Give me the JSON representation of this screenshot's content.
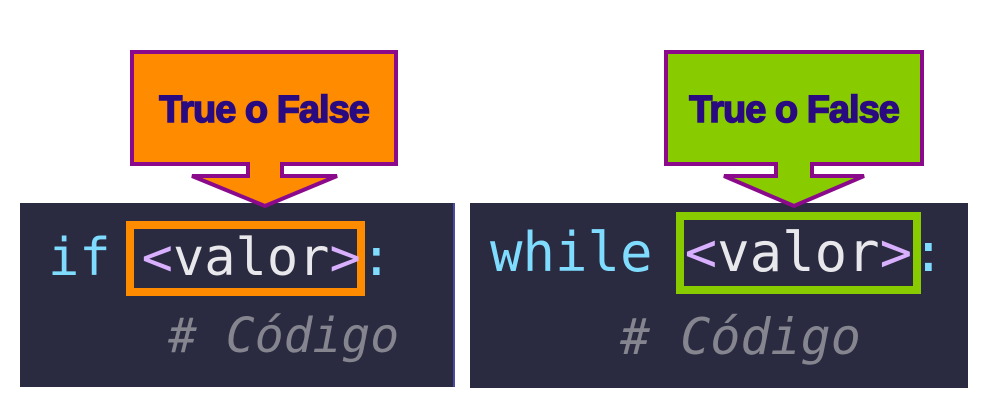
{
  "left": {
    "callout_label": "True o False",
    "keyword": "if",
    "value_open": "<",
    "value": "valor",
    "value_close": ">",
    "colon": ":",
    "comment": "# Código",
    "accent": "#ff8c00"
  },
  "right": {
    "callout_label": "True o False",
    "keyword": "while",
    "value_open": "<",
    "value": "valor",
    "value_close": ">",
    "colon": ":",
    "comment": "# Código",
    "accent": "#88cc00"
  },
  "colors": {
    "callout_border": "#8b0a8b",
    "callout_text": "#2a0a80",
    "code_bg": "#2a2a40"
  }
}
